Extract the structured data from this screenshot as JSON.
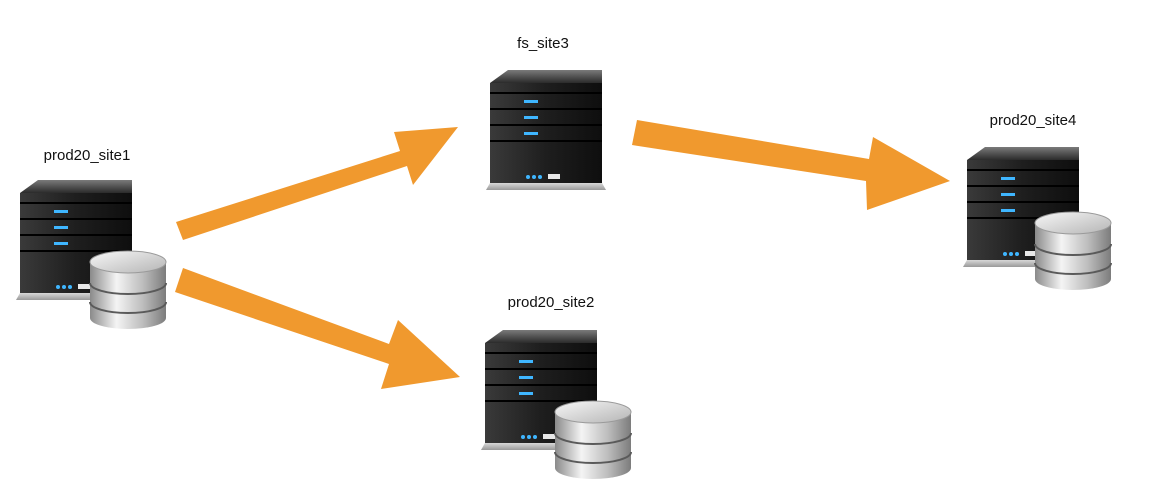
{
  "nodes": {
    "prod20_site1": {
      "label": "prod20_site1",
      "has_database": true
    },
    "fs_site3": {
      "label": "fs_site3",
      "has_database": false
    },
    "prod20_site2": {
      "label": "prod20_site2",
      "has_database": true
    },
    "prod20_site4": {
      "label": "prod20_site4",
      "has_database": true
    }
  },
  "edges": [
    {
      "from": "prod20_site1",
      "to": "fs_site3"
    },
    {
      "from": "prod20_site1",
      "to": "prod20_site2"
    },
    {
      "from": "fs_site3",
      "to": "prod20_site4"
    }
  ],
  "colors": {
    "arrow": "#F0992E",
    "server_dark": "#1a1a1a",
    "server_led": "#3fb6ff",
    "disk_silver": "#c9c9c9"
  },
  "icons": {
    "server": "server-icon",
    "database": "database-icon"
  }
}
